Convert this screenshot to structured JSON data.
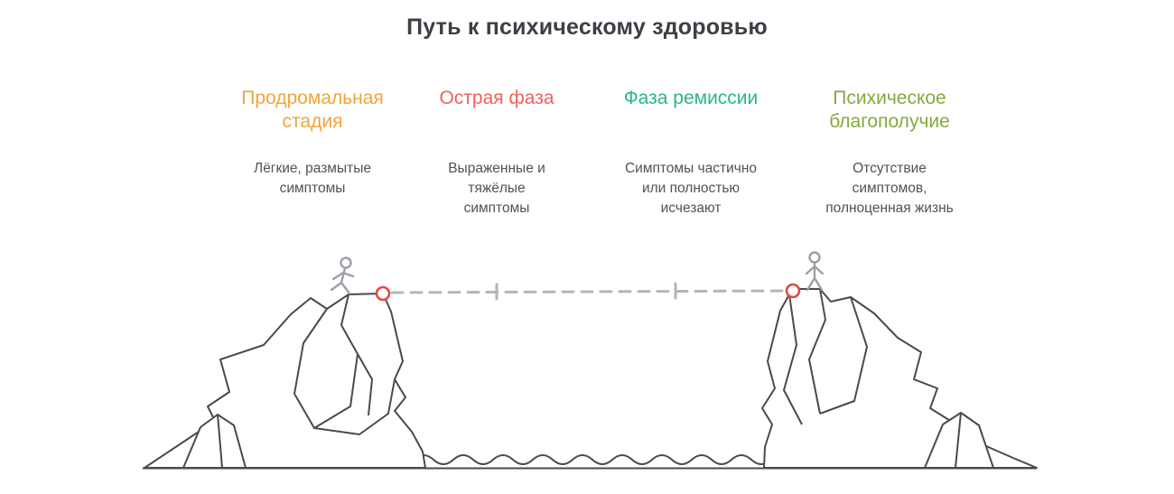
{
  "title": "Путь к психическому здоровью",
  "stages": [
    {
      "label": "Продромальная\nстадия",
      "description": "Лёгкие, размытые\nсимптомы",
      "color": "#f2a43b"
    },
    {
      "label": "Острая фаза",
      "description": "Выраженные и\nтяжёлые\nсимптомы",
      "color": "#f0605c"
    },
    {
      "label": "Фаза ремиссии",
      "description": "Симптомы частично\nили полностью\nисчезают",
      "color": "#2ab68b"
    },
    {
      "label": "Психическое\nблагополучие",
      "description": "Отсутствие\nсимптомов,\nполноценная жизнь",
      "color": "#87a83e"
    }
  ],
  "illustration": {
    "cliff_stroke": "#474a50",
    "figure_color": "#9aa0a6",
    "rope_color": "#b5b5b5",
    "anchor_color": "#dd4b41",
    "fill_color": "#ffffff"
  }
}
